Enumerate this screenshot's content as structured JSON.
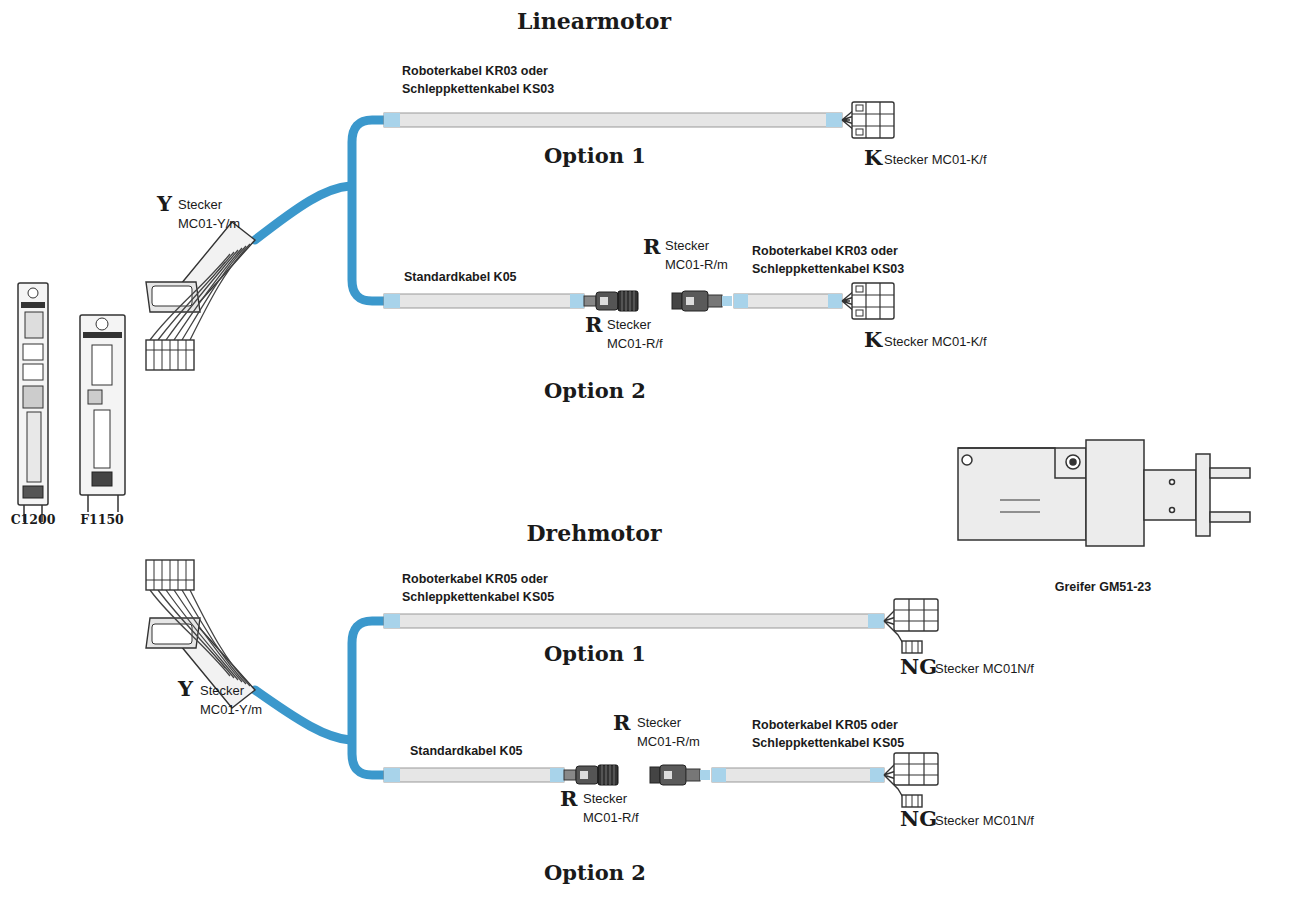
{
  "diagram": {
    "labels": [
      "Linearmotor",
      "Roboterkabel KR03 oder Schleppkettenkabel KS03",
      "Option 1",
      "K",
      "Stecker MC01-K/f",
      "Y",
      "Stecker MC01-Y/m",
      "Standardkabel K05",
      "R",
      "Stecker MC01-R/m",
      "Roboterkabel KR03 oder Schleppkettenkabel KS03",
      "R",
      "Stecker MC01-R/f",
      "K",
      "Stecker MC01-K/f",
      "Option 2",
      "C1200",
      "F1150",
      "Drehmotor",
      "Greifer GM51-23",
      "Roboterkabel KR05 oder Schleppkettenkabel KS05",
      "Option 1",
      "NG",
      "Stecker MC01N/f",
      "Y",
      "Stecker MC01-Y/m",
      "R",
      "Stecker MC01-R/m",
      "Roboterkabel KR05 oder Schleppkettenkabel KS05",
      "Standardkabel K05",
      "R",
      "Stecker MC01-R/f",
      "NG",
      "Stecker MC01N/f",
      "Option 2"
    ]
  }
}
